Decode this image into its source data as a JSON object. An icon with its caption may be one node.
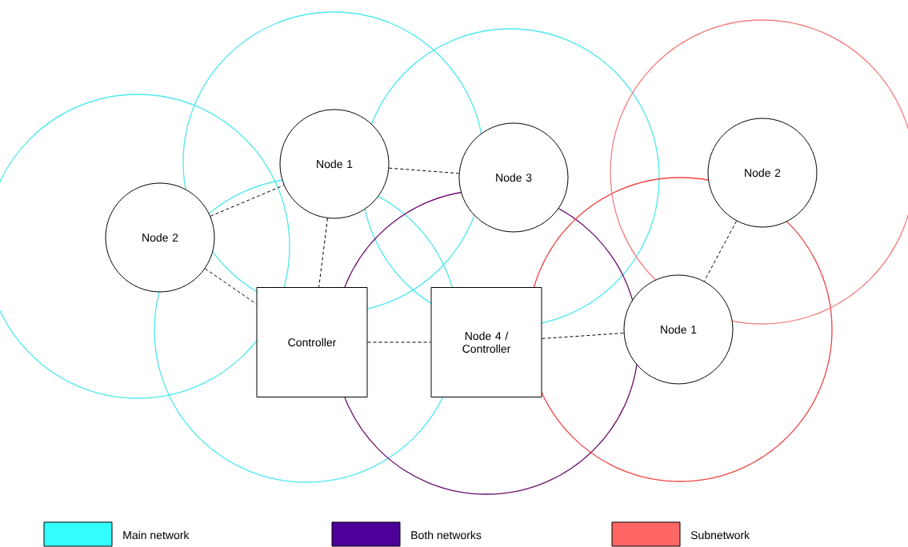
{
  "diagram": {
    "nodes": [
      {
        "text": [
          "Node 2"
        ]
      },
      {
        "text": [
          "Node 1"
        ]
      },
      {
        "text": [
          "Node 3"
        ]
      },
      {
        "text": [
          "Controller"
        ]
      },
      {
        "text": [
          "Node 4 / Controller"
        ]
      },
      {
        "text": [
          "Node 2"
        ]
      },
      {
        "text": [
          "Node 1"
        ]
      }
    ],
    "edges": [
      {
        "from": 0,
        "to": 1,
        "arrow": "none",
        "style": "dashed"
      },
      {
        "from": 0,
        "to": 3,
        "arrow": "none",
        "style": "dashed"
      },
      {
        "from": 1,
        "to": 2,
        "arrow": "none",
        "style": "dashed"
      },
      {
        "from": 1,
        "to": 3,
        "arrow": "none",
        "style": "dashed"
      },
      {
        "from": 3,
        "to": 4,
        "arrow": "none",
        "style": "dashed"
      },
      {
        "from": 4,
        "to": 6,
        "arrow": "none",
        "style": "dashed"
      },
      {
        "from": 5,
        "to": 6,
        "arrow": "none",
        "style": "dashed"
      }
    ],
    "legend": [
      {
        "text": "Main network",
        "color": "#33ffff"
      },
      {
        "text": "Both networks",
        "color": "#4c0099"
      },
      {
        "text": "Subnetwork",
        "color": "#ff6666"
      }
    ]
  }
}
